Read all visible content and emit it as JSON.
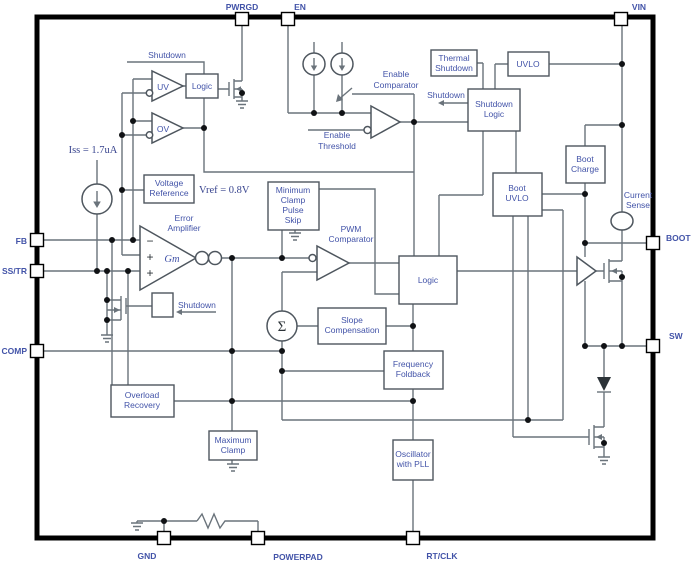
{
  "diagram": {
    "pins": {
      "pwrgd": "PWRGD",
      "en": "EN",
      "vin": "VIN",
      "fb": "FB",
      "sstr": "SS/TR",
      "comp": "COMP",
      "boot": "BOOT",
      "sw": "SW",
      "gnd": "GND",
      "powerpad": "POWERPAD",
      "rtclk": "RT/CLK"
    },
    "blocks": {
      "logic_uvov": "Logic",
      "thermal": {
        "l1": "Thermal",
        "l2": "Shutdown"
      },
      "uvlo": "UVLO",
      "shutdown_logic": {
        "l1": "Shutdown",
        "l2": "Logic"
      },
      "boot_charge": {
        "l1": "Boot",
        "l2": "Charge"
      },
      "boot_uvlo": {
        "l1": "Boot",
        "l2": "UVLO"
      },
      "voltage_reference": {
        "l1": "Voltage",
        "l2": "Reference"
      },
      "min_clamp": {
        "l1": "Minimum",
        "l2": "Clamp",
        "l3": "Pulse",
        "l4": "Skip"
      },
      "logic_main": "Logic",
      "slope": {
        "l1": "Slope",
        "l2": "Compensation"
      },
      "freq_foldback": {
        "l1": "Frequency",
        "l2": "Foldback"
      },
      "oscillator": {
        "l1": "Oscillator",
        "l2": "with PLL"
      },
      "overload": {
        "l1": "Overload",
        "l2": "Recovery"
      },
      "max_clamp": {
        "l1": "Maximum",
        "l2": "Clamp"
      }
    },
    "labels": {
      "shutdown_top": "Shutdown",
      "uv": "UV",
      "ov": "OV",
      "iss": "Iss = 1.7uA",
      "vref": "Vref = 0.8V",
      "error_amp": {
        "l1": "Error",
        "l2": "Amplifier"
      },
      "gm": "Gm",
      "minus": "−",
      "plus": "+",
      "enable_comparator": {
        "l1": "Enable",
        "l2": "Comparator"
      },
      "enable_threshold": {
        "l1": "Enable",
        "l2": "Threshold"
      },
      "shutdown_signal": "Shutdown",
      "shutdown_ea": "Shutdown",
      "current_sense": {
        "l1": "Current",
        "l2": "Sense"
      },
      "pwm_comparator": {
        "l1": "PWM",
        "l2": "Comparator"
      },
      "sigma": "Σ"
    },
    "colors": {
      "label": "#4253a8",
      "wire": "#6a737b",
      "box_border": "#4e565e",
      "border": "#000000"
    }
  }
}
